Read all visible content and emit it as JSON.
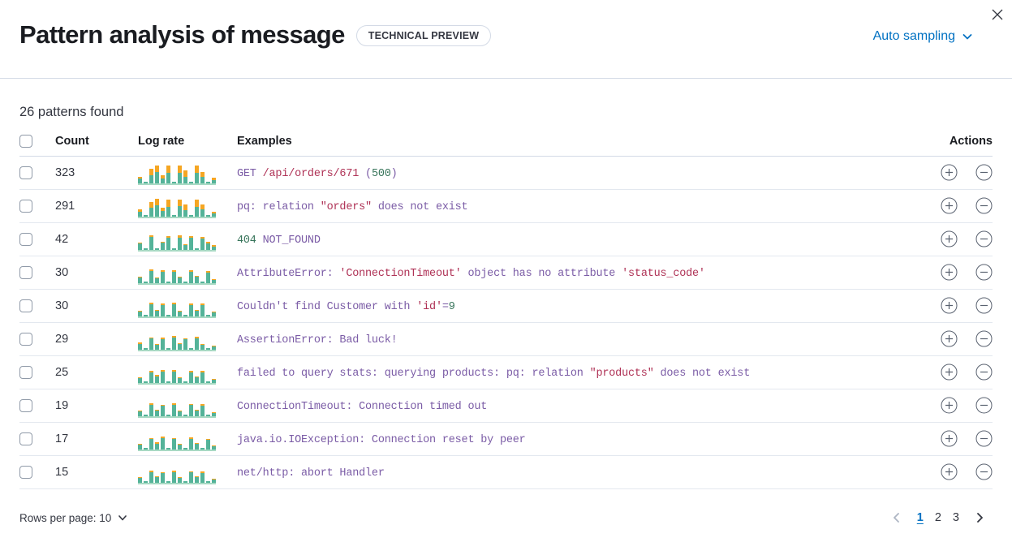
{
  "header": {
    "title": "Pattern analysis of message",
    "badge": "TECHNICAL PREVIEW",
    "sampling_label": "Auto sampling"
  },
  "summary": "26 patterns found",
  "colors": {
    "accent_blue": "#0071C2",
    "bar_green": "#54B399",
    "bar_orange": "#F5A623",
    "bar_baseline": "#A7D9C3",
    "token_base": "#7B5CA6",
    "token_var": "#AF3256",
    "token_num": "#38755B"
  },
  "table": {
    "columns": {
      "count": "Count",
      "log_rate": "Log rate",
      "examples": "Examples",
      "actions": "Actions"
    },
    "icons": {
      "expand": "plus-circle-icon",
      "collapse": "minus-circle-icon"
    },
    "rows": [
      {
        "count": "323",
        "bars": [
          [
            6,
            2
          ],
          [
            2,
            0
          ],
          [
            10,
            8
          ],
          [
            14,
            8
          ],
          [
            6,
            4
          ],
          [
            13,
            9
          ],
          [
            2,
            0
          ],
          [
            13,
            9
          ],
          [
            8,
            8
          ],
          [
            2,
            0
          ],
          [
            13,
            9
          ],
          [
            8,
            6
          ],
          [
            2,
            0
          ],
          [
            4,
            3
          ]
        ],
        "tokens": [
          {
            "t": "GET ",
            "c": "base"
          },
          {
            "t": "/api/orders/671",
            "c": "var"
          },
          {
            "t": " (",
            "c": "base"
          },
          {
            "t": "500",
            "c": "num"
          },
          {
            "t": ")",
            "c": "base"
          }
        ]
      },
      {
        "count": "291",
        "bars": [
          [
            6,
            3
          ],
          [
            2,
            0
          ],
          [
            11,
            7
          ],
          [
            14,
            8
          ],
          [
            7,
            4
          ],
          [
            12,
            9
          ],
          [
            2,
            0
          ],
          [
            13,
            8
          ],
          [
            8,
            7
          ],
          [
            2,
            0
          ],
          [
            12,
            9
          ],
          [
            9,
            6
          ],
          [
            2,
            0
          ],
          [
            4,
            2
          ]
        ],
        "tokens": [
          {
            "t": "pq: relation ",
            "c": "base"
          },
          {
            "t": "\"orders\"",
            "c": "var"
          },
          {
            "t": " does not exist",
            "c": "base"
          }
        ]
      },
      {
        "count": "42",
        "bars": [
          [
            8,
            1
          ],
          [
            2,
            0
          ],
          [
            16,
            2
          ],
          [
            2,
            0
          ],
          [
            9,
            1
          ],
          [
            15,
            2
          ],
          [
            2,
            0
          ],
          [
            15,
            3
          ],
          [
            6,
            1
          ],
          [
            15,
            2
          ],
          [
            2,
            0
          ],
          [
            14,
            2
          ],
          [
            8,
            2
          ],
          [
            4,
            2
          ]
        ],
        "tokens": [
          {
            "t": "404",
            "c": "num"
          },
          {
            "t": " NOT_FOUND",
            "c": "base"
          }
        ]
      },
      {
        "count": "30",
        "bars": [
          [
            7,
            1
          ],
          [
            2,
            0
          ],
          [
            15,
            2
          ],
          [
            6,
            1
          ],
          [
            14,
            2
          ],
          [
            2,
            0
          ],
          [
            14,
            2
          ],
          [
            7,
            1
          ],
          [
            2,
            0
          ],
          [
            14,
            2
          ],
          [
            8,
            1
          ],
          [
            2,
            0
          ],
          [
            13,
            2
          ],
          [
            4,
            1
          ]
        ],
        "tokens": [
          {
            "t": "AttributeError: ",
            "c": "base"
          },
          {
            "t": "'ConnectionTimeout'",
            "c": "var"
          },
          {
            "t": " object has no attribute ",
            "c": "base"
          },
          {
            "t": "'status_code'",
            "c": "var"
          }
        ]
      },
      {
        "count": "30",
        "bars": [
          [
            6,
            1
          ],
          [
            2,
            0
          ],
          [
            15,
            2
          ],
          [
            7,
            1
          ],
          [
            14,
            2
          ],
          [
            2,
            0
          ],
          [
            15,
            2
          ],
          [
            6,
            1
          ],
          [
            2,
            0
          ],
          [
            14,
            2
          ],
          [
            7,
            1
          ],
          [
            14,
            2
          ],
          [
            2,
            0
          ],
          [
            5,
            1
          ]
        ],
        "tokens": [
          {
            "t": "Couldn't find Customer with ",
            "c": "base"
          },
          {
            "t": "'id'",
            "c": "var"
          },
          {
            "t": "=",
            "c": "base"
          },
          {
            "t": "9",
            "c": "num"
          }
        ]
      },
      {
        "count": "29",
        "bars": [
          [
            7,
            2
          ],
          [
            2,
            0
          ],
          [
            14,
            1
          ],
          [
            6,
            1
          ],
          [
            13,
            2
          ],
          [
            2,
            0
          ],
          [
            15,
            2
          ],
          [
            7,
            1
          ],
          [
            13,
            1
          ],
          [
            2,
            0
          ],
          [
            14,
            2
          ],
          [
            6,
            1
          ],
          [
            2,
            0
          ],
          [
            4,
            1
          ]
        ],
        "tokens": [
          {
            "t": "AssertionError: Bad luck!",
            "c": "base"
          }
        ]
      },
      {
        "count": "25",
        "bars": [
          [
            6,
            1
          ],
          [
            2,
            0
          ],
          [
            13,
            2
          ],
          [
            8,
            2
          ],
          [
            14,
            2
          ],
          [
            2,
            0
          ],
          [
            14,
            2
          ],
          [
            6,
            1
          ],
          [
            2,
            0
          ],
          [
            13,
            2
          ],
          [
            7,
            1
          ],
          [
            13,
            2
          ],
          [
            2,
            0
          ],
          [
            4,
            1
          ]
        ],
        "tokens": [
          {
            "t": "failed to query stats: querying products: pq: relation ",
            "c": "base"
          },
          {
            "t": "\"products\"",
            "c": "var"
          },
          {
            "t": " does not exist",
            "c": "base"
          }
        ]
      },
      {
        "count": "19",
        "bars": [
          [
            6,
            1
          ],
          [
            2,
            0
          ],
          [
            14,
            2
          ],
          [
            7,
            1
          ],
          [
            13,
            1
          ],
          [
            2,
            0
          ],
          [
            14,
            2
          ],
          [
            6,
            1
          ],
          [
            2,
            0
          ],
          [
            14,
            1
          ],
          [
            7,
            1
          ],
          [
            13,
            2
          ],
          [
            2,
            0
          ],
          [
            4,
            1
          ]
        ],
        "tokens": [
          {
            "t": "ConnectionTimeout: Connection timed out",
            "c": "base"
          }
        ]
      },
      {
        "count": "17",
        "bars": [
          [
            6,
            1
          ],
          [
            2,
            0
          ],
          [
            13,
            1
          ],
          [
            7,
            2
          ],
          [
            14,
            2
          ],
          [
            2,
            0
          ],
          [
            13,
            1
          ],
          [
            6,
            1
          ],
          [
            2,
            0
          ],
          [
            13,
            2
          ],
          [
            7,
            1
          ],
          [
            2,
            0
          ],
          [
            12,
            1
          ],
          [
            4,
            1
          ]
        ],
        "tokens": [
          {
            "t": "java.io.IOException: Connection reset by peer",
            "c": "base"
          }
        ]
      },
      {
        "count": "15",
        "bars": [
          [
            6,
            1
          ],
          [
            2,
            0
          ],
          [
            13,
            2
          ],
          [
            7,
            1
          ],
          [
            12,
            1
          ],
          [
            2,
            0
          ],
          [
            13,
            2
          ],
          [
            6,
            1
          ],
          [
            2,
            0
          ],
          [
            13,
            1
          ],
          [
            7,
            1
          ],
          [
            12,
            2
          ],
          [
            2,
            0
          ],
          [
            4,
            1
          ]
        ],
        "tokens": [
          {
            "t": "net/http: abort Handler",
            "c": "base"
          }
        ]
      }
    ]
  },
  "footer": {
    "rows_per_page_label": "Rows per page: 10",
    "pages": [
      "1",
      "2",
      "3"
    ],
    "active_page": "1"
  }
}
